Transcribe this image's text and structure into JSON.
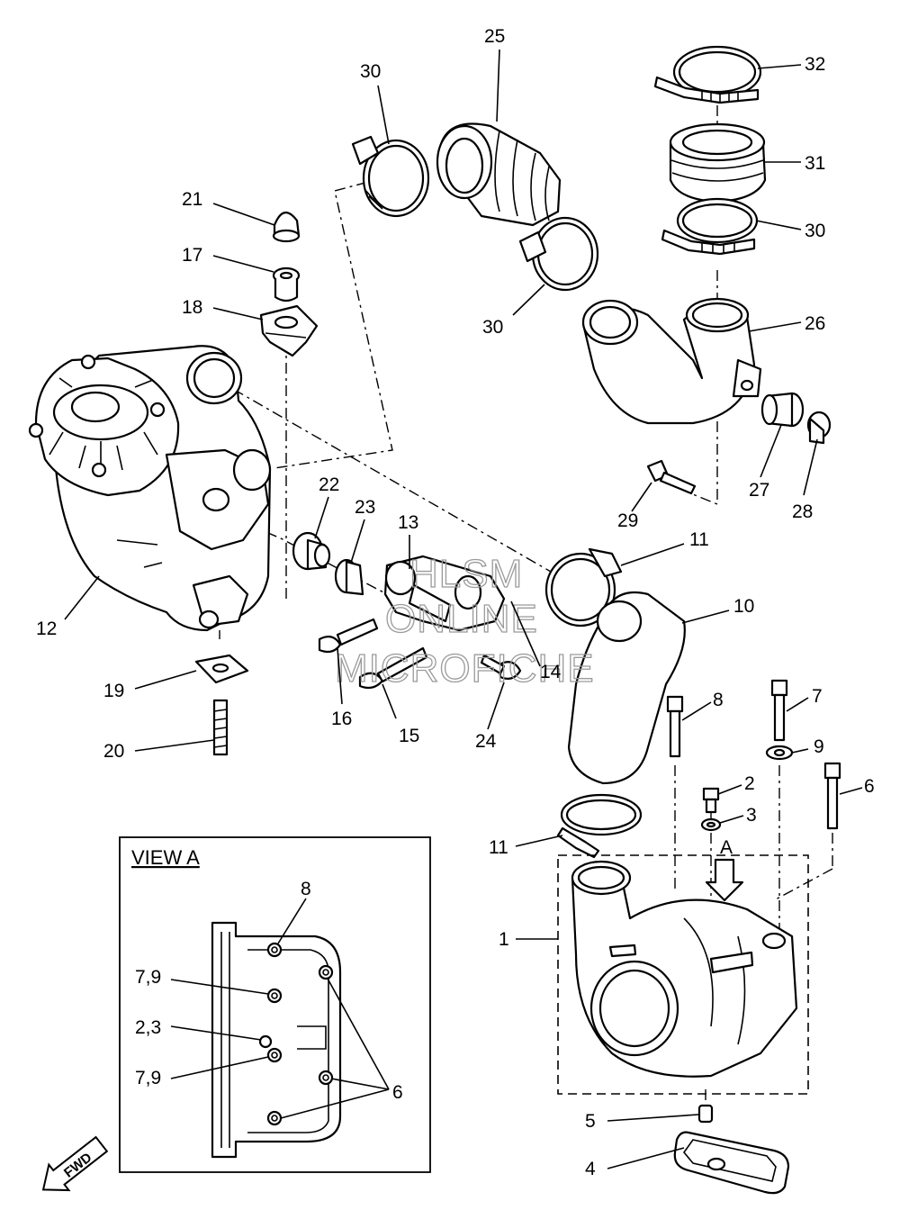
{
  "callouts": {
    "c32": "32",
    "c31": "31",
    "c30a": "30",
    "c30b": "30",
    "c30c": "30",
    "c25": "25",
    "c26": "26",
    "c27": "27",
    "c28": "28",
    "c29": "29",
    "c21": "21",
    "c17": "17",
    "c18": "18",
    "c12": "12",
    "c22": "22",
    "c23": "23",
    "c13": "13",
    "c11a": "11",
    "c11b": "11",
    "c10": "10",
    "c14": "14",
    "c16": "16",
    "c15": "15",
    "c24": "24",
    "c19": "19",
    "c20": "20",
    "c8": "8",
    "c7": "7",
    "c9": "9",
    "c6": "6",
    "c2": "2",
    "c3": "3",
    "c1": "1",
    "c5": "5",
    "c4": "4",
    "cA": "A"
  },
  "view_a": {
    "title": "VIEW A",
    "label_8": "8",
    "label_79a": "7,9",
    "label_23": "2,3",
    "label_79b": "7,9",
    "label_6": "6"
  },
  "fwd_label": "FWD",
  "watermark": [
    "HLSM",
    "ONLINE",
    "MICROFICHE"
  ]
}
